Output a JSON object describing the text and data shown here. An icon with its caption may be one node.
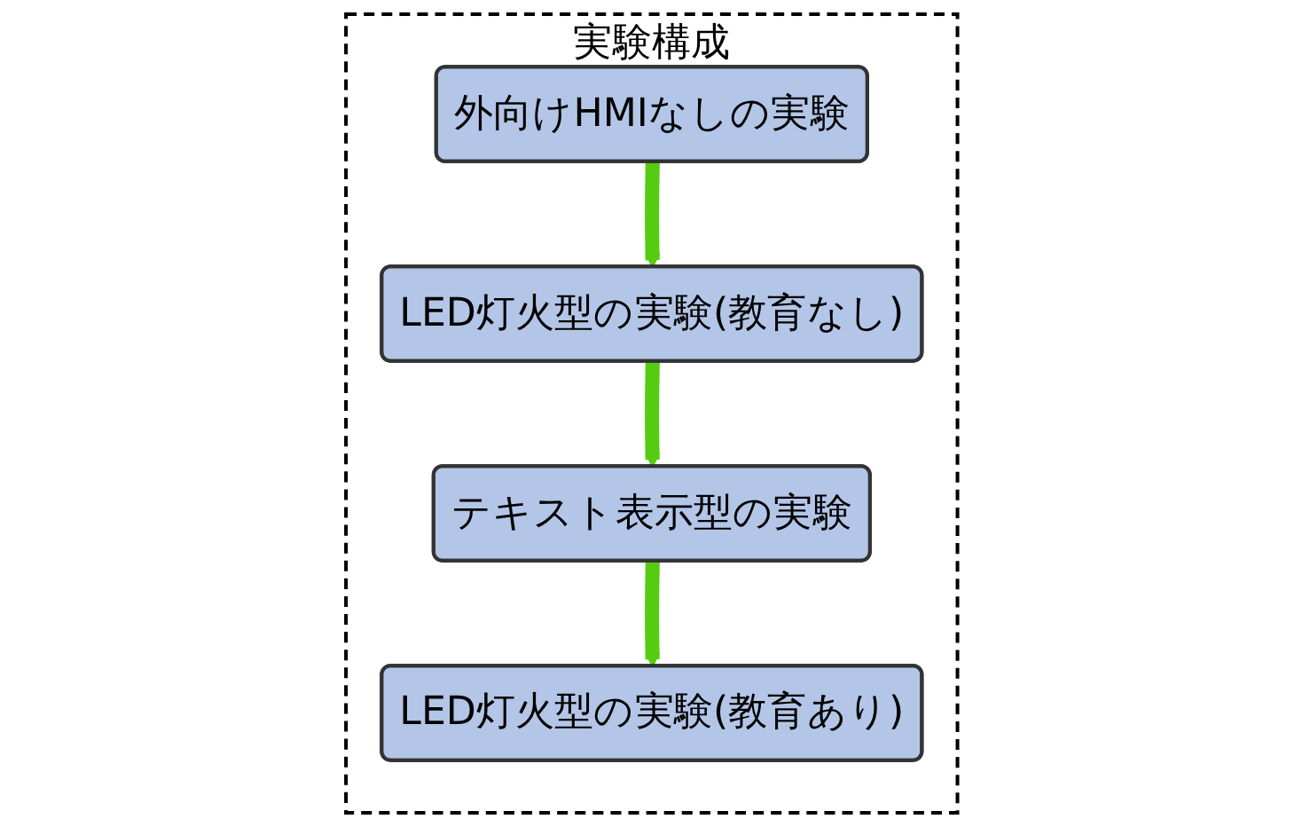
{
  "diagram": {
    "nodes": [
      {
        "text": [
          "実験構成"
        ]
      },
      {
        "text": [
          "外向けHMIなしの実験"
        ],
        "in": 0
      },
      {
        "text": [
          "LED灯火型の実験(教育なし)"
        ],
        "in": 0
      },
      {
        "text": [
          "テキスト表示型の実験"
        ],
        "in": 0
      },
      {
        "text": [
          "LED灯火型の実験(教育あり)"
        ],
        "in": 0
      }
    ],
    "edges": [
      {
        "from": 1,
        "to": 2,
        "arrow": "to"
      },
      {
        "from": 2,
        "to": 3,
        "arrow": "to"
      },
      {
        "from": 3,
        "to": 4,
        "arrow": "to"
      }
    ]
  }
}
